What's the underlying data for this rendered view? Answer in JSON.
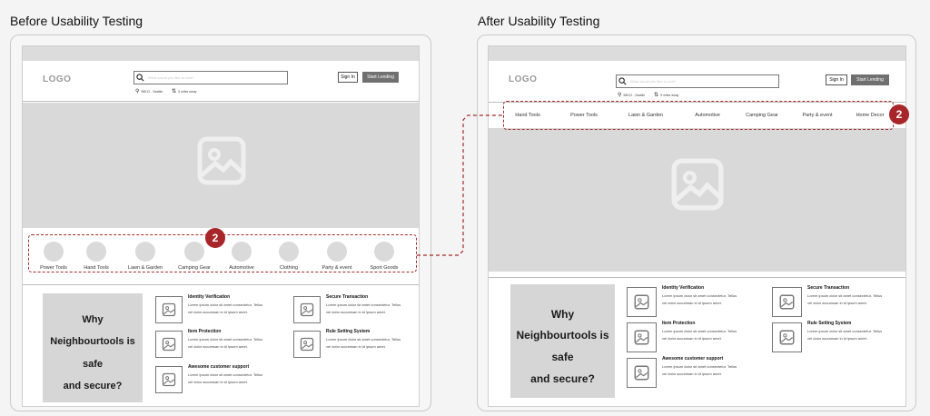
{
  "before": {
    "title": "Before Usability Testing",
    "logo": "LOGO",
    "search_placeholder": "What would you like to rent?",
    "zip": "98012 - Seattle",
    "distance": "5 miles away",
    "sign_in": "Sign In",
    "start_lending": "Start Lending",
    "categories": [
      "Power Tools",
      "Hand Tools",
      "Lawn & Garden",
      "Camping Gear",
      "Automotive",
      "Clothing",
      "Party & event",
      "Sport Goods"
    ],
    "badge": "2",
    "why": [
      "Why",
      "Neighbourtools is",
      "safe",
      "and secure?"
    ],
    "features": [
      {
        "title": "Identity Verification",
        "text": "Lorem ipsum dolor sit amet consectetur. Tellus vel dolor accumsan in id ipsum amet."
      },
      {
        "title": "Item Protection",
        "text": "Lorem ipsum dolor sit amet consectetur. Tellus vel dolor accumsan in id ipsum amet."
      },
      {
        "title": "Awesome customer support",
        "text": "Lorem ipsum dolor sit amet consectetur. Tellus vel dolor accumsan in id ipsum amet."
      },
      {
        "title": "Secure Transaction",
        "text": "Lorem ipsum dolor sit amet consectetur. Tellus vel dolor accumsan in id ipsum amet."
      },
      {
        "title": "Rule Setting System",
        "text": "Lorem ipsum dolor sit amet consectetur. Tellus vel dolor accumsan in id ipsum amet."
      }
    ]
  },
  "after": {
    "title": "After Usability Testing",
    "logo": "LOGO",
    "search_placeholder": "What would you like to rent?",
    "zip": "98012 - Seattle",
    "distance": "5 miles away",
    "sign_in": "Sign In",
    "start_lending": "Start Lending",
    "nav": [
      "Hand Tools",
      "Power Tools",
      "Lawn & Garden",
      "Automotive",
      "Camping Gear",
      "Party & event",
      "Home Decor"
    ],
    "badge": "2",
    "why": [
      "Why",
      "Neighbourtools is",
      "safe",
      "and secure?"
    ],
    "features": [
      {
        "title": "Identity Verification",
        "text": "Lorem ipsum dolor sit amet consectetur. Tellus vel dolor accumsan in id ipsum amet."
      },
      {
        "title": "Item Protection",
        "text": "Lorem ipsum dolor sit amet consectetur. Tellus vel dolor accumsan in id ipsum amet."
      },
      {
        "title": "Awesome customer support",
        "text": "Lorem ipsum dolor sit amet consectetur. Tellus vel dolor accumsan in id ipsum amet."
      },
      {
        "title": "Secure Transaction",
        "text": "Lorem ipsum dolor sit amet consectetur. Tellus vel dolor accumsan in id ipsum amet."
      },
      {
        "title": "Rule Setting System",
        "text": "Lorem ipsum dolor sit amet consectetur. Tellus vel dolor accumsan in id ipsum amet."
      }
    ]
  },
  "colors": {
    "accent": "#a8262a",
    "placeholder_gray": "#d9d9d9",
    "button_gray": "#707070"
  },
  "icons": {
    "image_placeholder": "image-placeholder-icon",
    "search": "search-icon",
    "location": "location-pin-icon",
    "distance": "distance-icon"
  }
}
